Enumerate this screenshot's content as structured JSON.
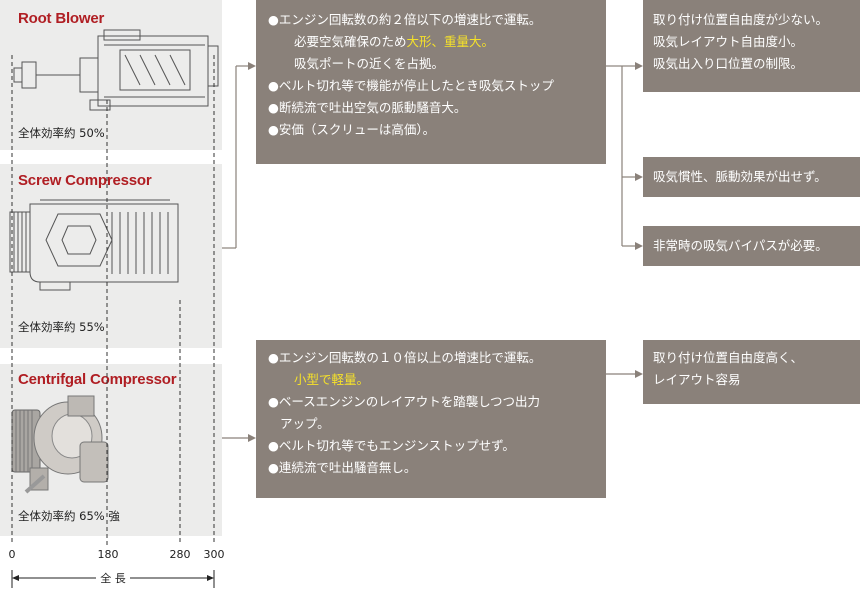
{
  "blowers": [
    {
      "title": "Root Blower",
      "efficiency": "全体効率約 50%"
    },
    {
      "title": "Screw Compressor",
      "efficiency": "全体効率約 55%"
    },
    {
      "title": "Centrifgal Compressor",
      "efficiency": "全体効率約 65% 強"
    }
  ],
  "scale": {
    "ticks": [
      "0",
      "180",
      "280",
      "300"
    ],
    "label": "全 長"
  },
  "box_positive": {
    "bullet1": "●エンジン回転数の約２倍以下の増速比で運転。",
    "indent1a": "必要空気確保のため",
    "indent1a_hl": "大形、重量大。",
    "indent1b": "吸気ポートの近くを占拠。",
    "bullet2": "●ベルト切れ等で機能が停止したとき吸気ストップ",
    "bullet3": "●断続流で吐出空気の脈動騒音大。",
    "bullet4": "●安価（スクリューは高価）。"
  },
  "box_centrifugal": {
    "bullet1": "●エンジン回転数の１０倍以上の増速比で運転。",
    "indent1_hl": "小型で軽量。",
    "bullet2a": "●ベースエンジンのレイアウトを踏襲しつつ出力",
    "bullet2b": "アップ。",
    "bullet3": "●ベルト切れ等でもエンジンストップせず。",
    "bullet4": "●連続流で吐出騒音無し。"
  },
  "results": {
    "r1_l1": "取り付け位置自由度が少ない。",
    "r1_l2": "吸気レイアウト自由度小。",
    "r1_l3": "吸気出入り口位置の制限。",
    "r2": "吸気慣性、脈動効果が出せず。",
    "r3": "非常時の吸気バイパスが必要。",
    "r4_l1": "取り付け位置自由度高く、",
    "r4_l2": "レイアウト容易"
  },
  "colors": {
    "title_red": "#b01e23",
    "box_gray": "#8a817a",
    "highlight": "#f5e12a",
    "panel_bg": "#ececeb"
  }
}
